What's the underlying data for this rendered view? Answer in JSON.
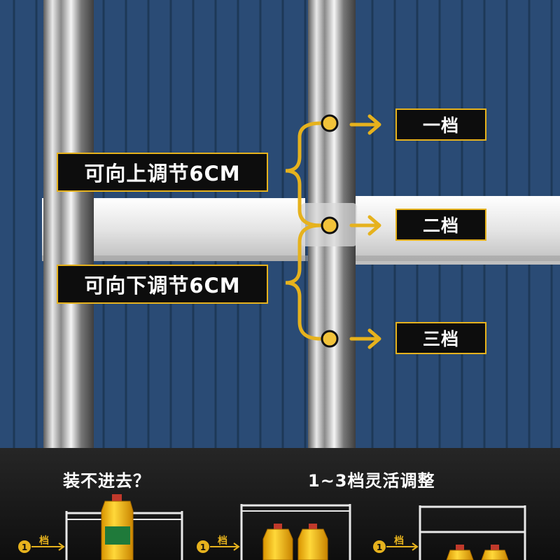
{
  "adjust": {
    "up_label": "可向上调节6CM",
    "down_label": "可向下调节6CM"
  },
  "gears": [
    {
      "label": "一档"
    },
    {
      "label": "二档"
    },
    {
      "label": "三档"
    }
  ],
  "bottom": {
    "left_title": "装不进去？",
    "right_title": "1~3档灵活调整",
    "tier_label": "档",
    "tier_number": "1"
  },
  "colors": {
    "wall": "#2a4b75",
    "accent": "#e6b21d",
    "tag_bg": "#0d0d0d",
    "bottom_bg": "#1a1a1a"
  },
  "icons": [
    "brace-icon",
    "arrow-right-icon",
    "dot-marker-icon",
    "oil-bottle-icon",
    "tier-marker-icon"
  ]
}
